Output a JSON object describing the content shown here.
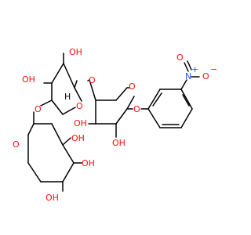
{
  "colors": {
    "background": "#ffffff",
    "bond": "#000000",
    "oxygen": "#ff0d0d",
    "nitrogen": "#3050f8",
    "carbon_h": "#000000"
  },
  "atoms": {
    "nitro_o_top": "O",
    "nitro_n": "N",
    "nitro_n_charge": "+",
    "nitro_o_right": "O",
    "nitro_o_charge": "−",
    "phenoxy_o": "O",
    "ring_c_o": "O",
    "ring_c_oh_left": "OH",
    "ring_c_oh_bottom": "OH",
    "link_bc_o": "O",
    "ring_b_o": "O",
    "ring_b_oh_top": "OH",
    "ring_b_oh_left": "OH",
    "ring_b_h": "H",
    "link_ab_o": "O",
    "ring_a_o": "O",
    "ring_a_oh_1": "OH",
    "ring_a_oh_2": "OH",
    "ring_a_oh_3": "OH"
  }
}
